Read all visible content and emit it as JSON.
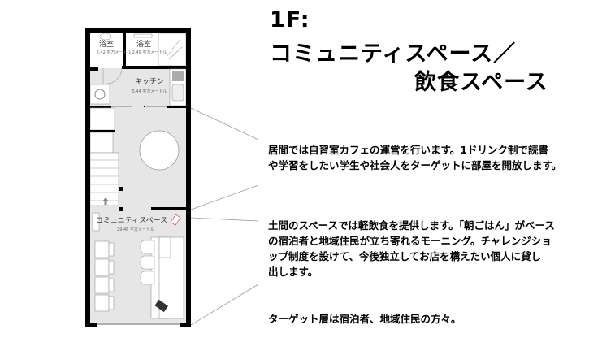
{
  "title": {
    "line1": "1F:",
    "line2": "コミュニティスペース／",
    "line3": "飲食スペース"
  },
  "floorplan": {
    "rooms": [
      {
        "name": "浴室",
        "area": "2.42 平方メートル"
      },
      {
        "name": "浴室",
        "area": "2.49 平方メートル"
      },
      {
        "name": "キッチン",
        "area": "5.44 平方メートル"
      },
      {
        "name": "コミュニティスペース",
        "area": "29.46 平方メートル"
      }
    ]
  },
  "descriptions": [
    {
      "lines": [
        "居間では自習室カフェの運営を行います。1ドリンク制で読書",
        "や学習をしたい学生や社会人をターゲットに部屋を開放します。"
      ]
    },
    {
      "lines": [
        "土間のスペースでは軽飲食を提供します。「朝ごはん」がベース",
        "の宿泊者と地域住民が立ち寄れるモーニング。チャレンジショ",
        "ップ制度を設けて、今後独立してお店を構えたい個人に貸し",
        "出します。"
      ]
    },
    {
      "lines": [
        "ターゲット層は宿泊者、地域住民の方々。"
      ]
    }
  ]
}
